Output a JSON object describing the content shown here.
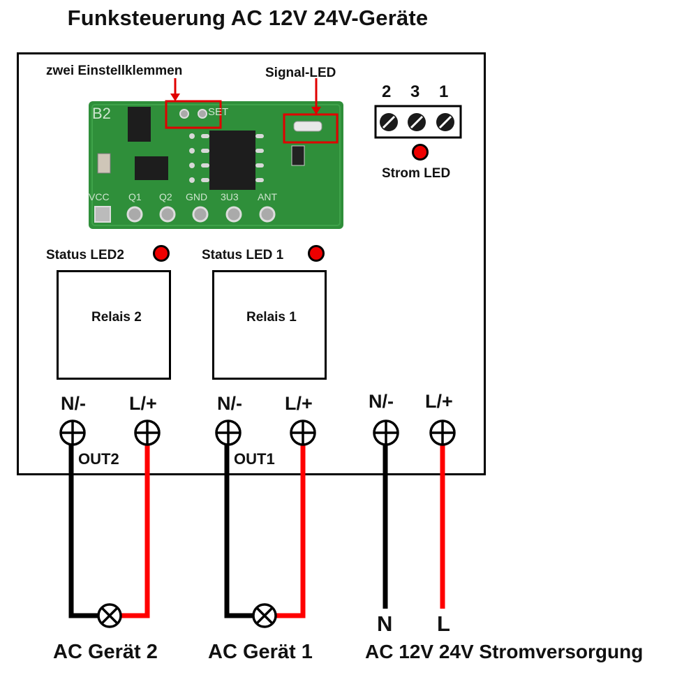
{
  "title": "Funksteuerung AC 12V 24V-Geräte",
  "colors": {
    "wire_live": "#ff0000",
    "wire_neutral": "#000000",
    "led": "#ee0000",
    "pcb": "#2f8f3a",
    "highlight": "#e00000"
  },
  "module": {
    "callouts": {
      "set_pins": "zwei Einstellklemmen",
      "signal_led": "Signal-LED"
    },
    "silkscreen": {
      "model": "B2",
      "set": "SET",
      "pins": [
        "VCC",
        "Q1",
        "Q2",
        "GND",
        "3U3",
        "ANT"
      ]
    }
  },
  "power_terminal": {
    "numbers": [
      "2",
      "3",
      "1"
    ],
    "led_label": "Strom LED"
  },
  "relays": [
    {
      "name": "Relais 2",
      "led_label": "Status LED2"
    },
    {
      "name": "Relais 1",
      "led_label": "Status LED 1"
    }
  ],
  "terminals": [
    {
      "label": "N/-",
      "wire": "neutral"
    },
    {
      "label": "L/+",
      "wire": "live"
    },
    {
      "label": "N/-",
      "wire": "neutral"
    },
    {
      "label": "L/+",
      "wire": "live"
    },
    {
      "label": "N/-",
      "wire": "neutral"
    },
    {
      "label": "L/+",
      "wire": "live"
    }
  ],
  "outputs": [
    "OUT2",
    "OUT1"
  ],
  "supply_wires": [
    "N",
    "L"
  ],
  "bottom_labels": {
    "device2": "AC Gerät 2",
    "device1": "AC Gerät 1",
    "supply": "AC 12V 24V Stromversorgung"
  }
}
